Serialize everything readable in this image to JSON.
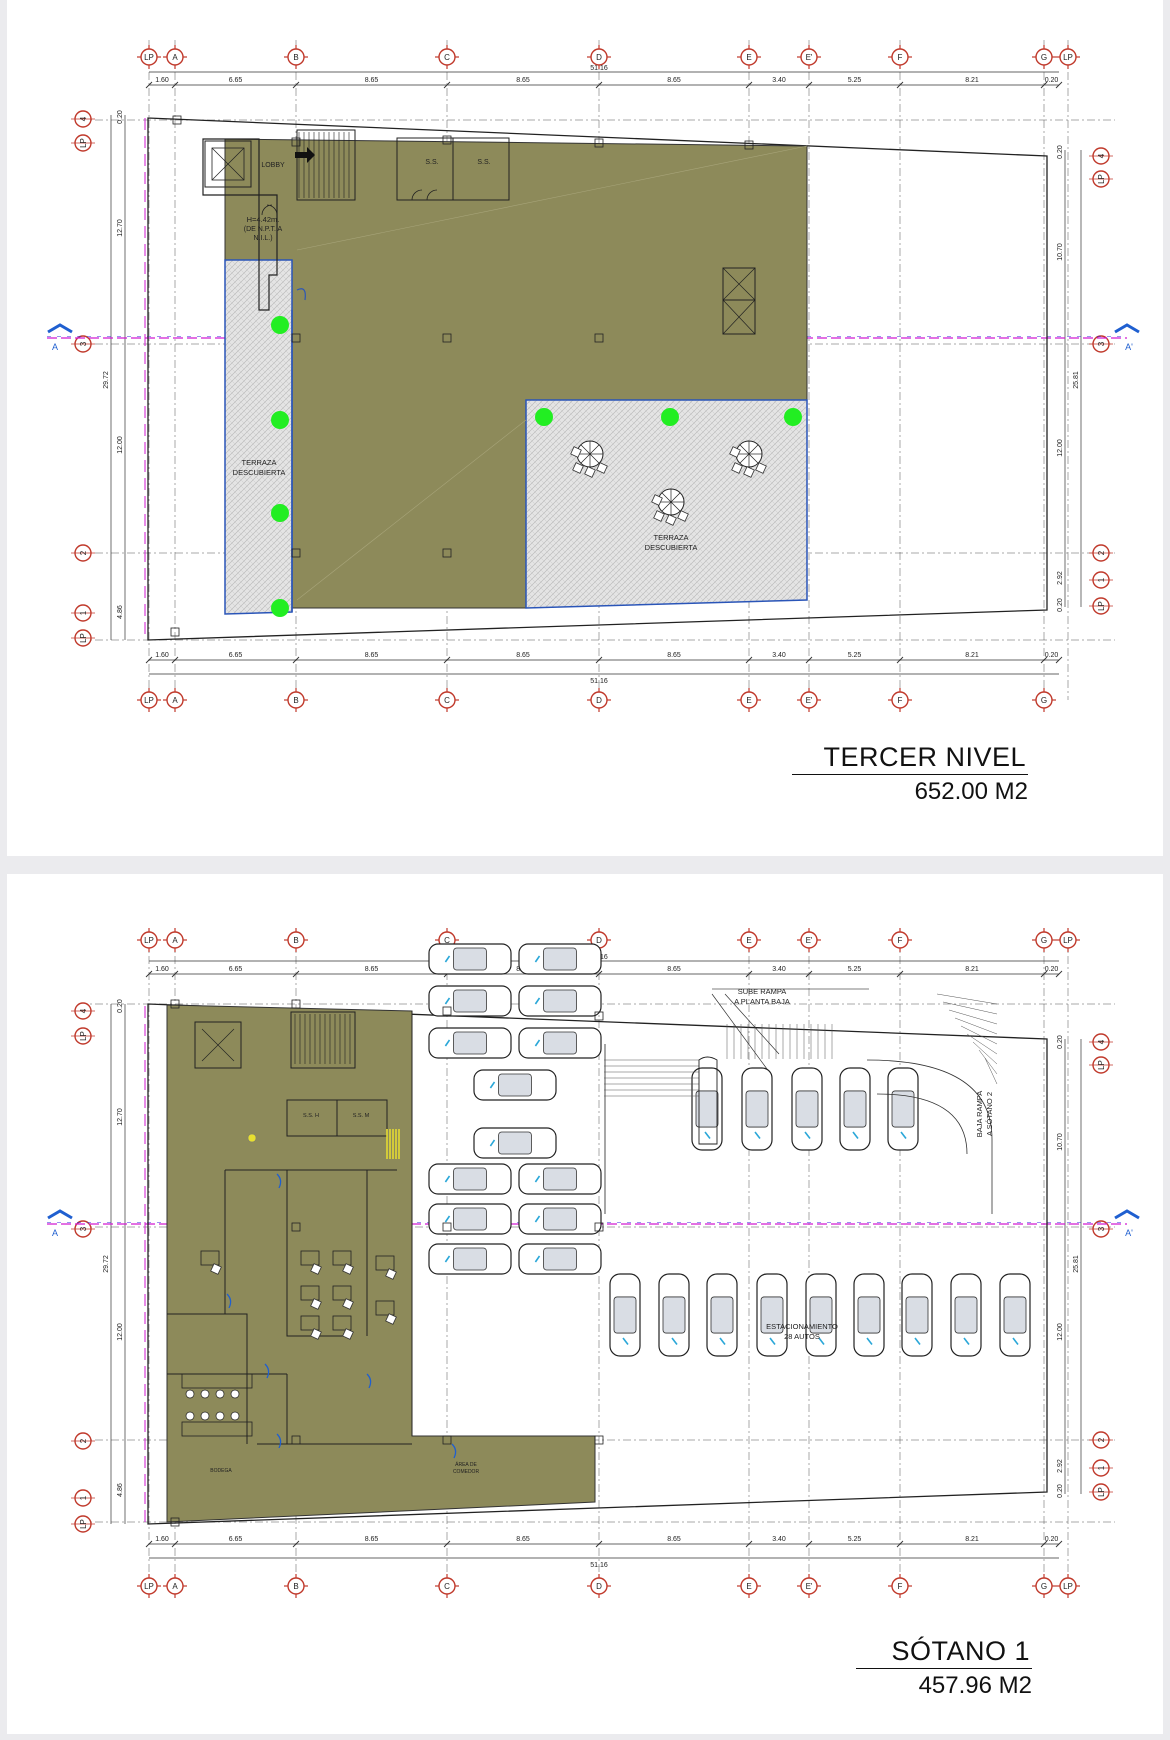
{
  "plans": [
    {
      "title": "TERCER NIVEL",
      "area": "652.00 M2",
      "axis_labels_top": [
        "LP",
        "A",
        "B",
        "C",
        "D",
        "E",
        "E'",
        "F",
        "G",
        "LP"
      ],
      "axis_labels_bottom": [
        "LP",
        "A",
        "B",
        "C",
        "D",
        "E",
        "E'",
        "F",
        "G"
      ],
      "row_labels_left": [
        "4",
        "LP",
        "3",
        "2",
        "1",
        "LP"
      ],
      "row_labels_right": [
        "4",
        "LP",
        "3",
        "2",
        "1",
        "LP"
      ],
      "dims": [
        "1.60",
        "6.65",
        "8.65",
        "8.65",
        "8.65",
        "3.40",
        "5.25",
        "8.21",
        "0.20"
      ],
      "total_dim": "51.16",
      "left_dims": [
        "0.20",
        "12.70",
        "29.72",
        "12.00",
        "4.86"
      ],
      "right_dims": [
        "0.20",
        "10.70",
        "25.81",
        "12.00",
        "2.92",
        "0.20"
      ],
      "section_marker": "A",
      "section_marker_right": "A'",
      "labels": {
        "lobby": "LOBBY",
        "ss1": "S.S.",
        "ss2": "S.S.",
        "height_note_1": "H=4.42m.",
        "height_note_2": "(DE N.P.T. A",
        "height_note_3": "N.I.L.)",
        "terrace_left_1": "TERRAZA",
        "terrace_left_2": "DESCUBIERTA",
        "terrace_right_1": "TERRAZA",
        "terrace_right_2": "DESCUBIERTA"
      }
    },
    {
      "title": "SÓTANO 1",
      "area": "457.96 M2",
      "axis_labels_top": [
        "LP",
        "A",
        "B",
        "C",
        "D",
        "E",
        "E'",
        "F",
        "G",
        "LP"
      ],
      "axis_labels_bottom": [
        "LP",
        "A",
        "B",
        "C",
        "D",
        "E",
        "E'",
        "F",
        "G",
        "LP"
      ],
      "row_labels_left": [
        "4",
        "LP",
        "3",
        "2",
        "1",
        "LP"
      ],
      "row_labels_right": [
        "4",
        "LP",
        "3",
        "2",
        "1",
        "LP"
      ],
      "dims": [
        "1.60",
        "6.65",
        "8.65",
        "8.65",
        "8.65",
        "3.40",
        "5.25",
        "8.21",
        "0.20"
      ],
      "total_dim": "51.16",
      "left_dims": [
        "0.20",
        "12.70",
        "29.72",
        "12.00",
        "4.86"
      ],
      "right_dims": [
        "0.20",
        "10.70",
        "25.81",
        "12.00",
        "2.92",
        "0.20"
      ],
      "section_marker": "A",
      "section_marker_right": "A'",
      "labels": {
        "ss_h": "S.S. H",
        "ss_m": "S.S. M",
        "ramp_up_1": "SUBE RAMPA",
        "ramp_up_2": "A PLANTA BAJA",
        "ramp_down_1": "BAJA RAMPA",
        "ramp_down_2": "A SÓTANO 2",
        "parking_1": "ESTACIONAMIENTO",
        "parking_2": "28 AUTOS",
        "storage": "BODEGA",
        "dining_1": "ÁREA DE",
        "dining_2": "COMEDOR"
      }
    }
  ],
  "colors": {
    "built_area": "#8d8a5a",
    "terrace_fill": "#e4e4e4",
    "section_line": "#d21ad2",
    "axis_marker": "#c0392b",
    "terrace_outline": "#2a55b8",
    "column_marker": "#22ee22",
    "section_arrow": "#1f5fd0"
  }
}
